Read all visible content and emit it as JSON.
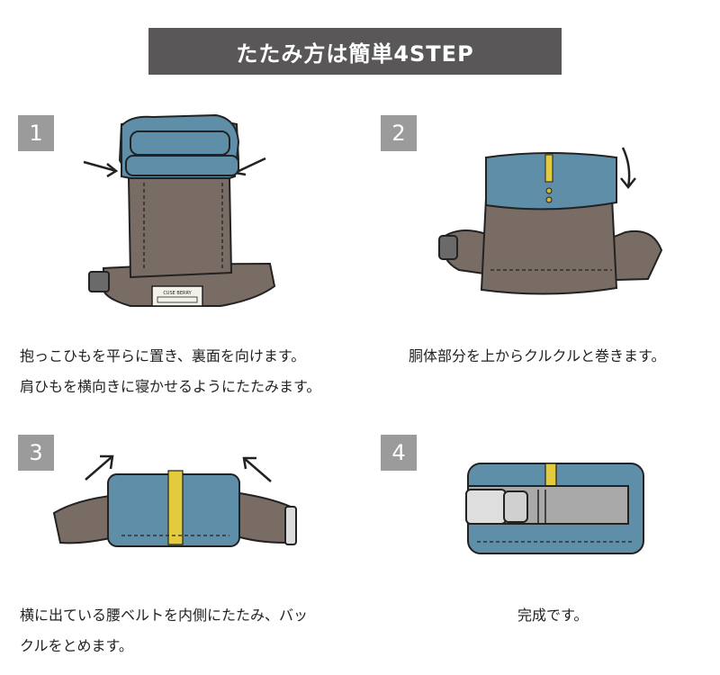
{
  "title": "たたみ方は簡単4STEP",
  "steps": [
    {
      "number": "1",
      "lines": [
        "抱っこひもを平らに置き、裏面を向けます。",
        "肩ひもを横向きに寝かせるようにたたみます。"
      ],
      "label_text": "CUSE BERRY"
    },
    {
      "number": "2",
      "lines": [
        "胴体部分を上からクルクルと巻きます。"
      ]
    },
    {
      "number": "3",
      "lines": [
        "横に出ている腰ベルトを内側にたたみ、バッ",
        "クルをとめます。"
      ]
    },
    {
      "number": "4",
      "lines": [
        "完成です。"
      ]
    }
  ],
  "colors": {
    "title_bg": "#595757",
    "badge_bg": "#9b9b9b",
    "denim": "#5f8fa8",
    "brown": "#786c64",
    "yellow": "#e2cb3c",
    "gray_strap": "#a9a9a9"
  }
}
